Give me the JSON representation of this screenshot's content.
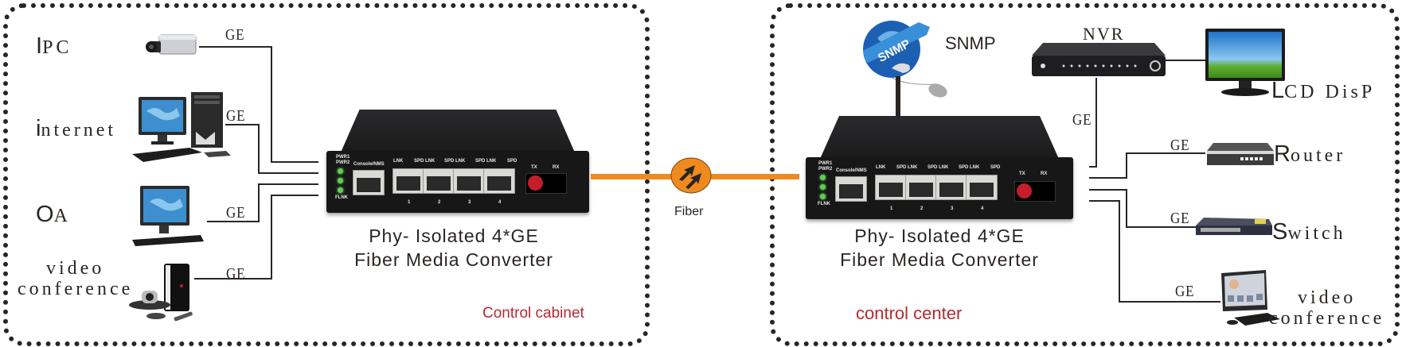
{
  "left_zone": {
    "title": "Control cabinet",
    "devices": [
      {
        "label_cap": "I",
        "label_rest": "PC",
        "icon": "ip-camera-icon",
        "link": "GE"
      },
      {
        "label_cap": "i",
        "label_rest": "nternet",
        "icon": "desktop-pc-icon",
        "link": "GE"
      },
      {
        "label_cap": "O",
        "label_rest": "A",
        "icon": "monitor-icon",
        "link": "GE"
      },
      {
        "label_line1": "video",
        "label_line2": "conference",
        "icon": "video-conference-unit-icon",
        "link": "GE"
      }
    ],
    "converter": {
      "caption_line1": "Phy- Isolated  4*GE",
      "caption_line2": "Fiber  Media  Converter",
      "labels": {
        "pwr": "PWR1\nPWR2",
        "flnk": "FLNK",
        "console": "Console/NMS",
        "lnk": "LNK",
        "spd_lnk": "SPD LNK",
        "spd": "SPD",
        "tx": "TX",
        "rx": "RX",
        "ports": [
          "1",
          "2",
          "3",
          "4"
        ]
      }
    }
  },
  "fiber": {
    "label": "Fiber",
    "color": "#f08a1e",
    "icon": "fiber-arrows-icon"
  },
  "right_zone": {
    "title": "control center",
    "snmp": {
      "label": "SNMP",
      "icon": "snmp-globe-icon"
    },
    "nvr": {
      "label": "NVR",
      "icon": "nvr-icon",
      "link": "GE"
    },
    "lcd": {
      "label_cap": "L",
      "label_rest": "CD DisP",
      "icon": "lcd-display-icon"
    },
    "devices": [
      {
        "label_cap": "R",
        "label_rest": "outer",
        "icon": "router-icon",
        "link": "GE"
      },
      {
        "label_cap": "S",
        "label_rest": "witch",
        "icon": "switch-icon",
        "link": "GE"
      },
      {
        "label_line1": "video",
        "label_line2": "conference",
        "icon": "all-in-one-pc-icon",
        "link": "GE"
      }
    ],
    "converter": {
      "caption_line1": "Phy- Isolated  4*GE",
      "caption_line2": "Fiber  Media  Converter",
      "labels": {
        "pwr": "PWR1\nPWR2",
        "flnk": "FLNK",
        "console": "Console/NMS",
        "lnk": "LNK",
        "spd_lnk": "SPD LNK",
        "spd": "SPD",
        "tx": "TX",
        "rx": "RX",
        "ports": [
          "1",
          "2",
          "3",
          "4"
        ]
      }
    }
  },
  "colors": {
    "line": "#2a2523",
    "zone_title": "#b52a32",
    "fiber": "#f08a1e",
    "led": "#5fcf4b",
    "tx_connector": "#c31e2a"
  }
}
